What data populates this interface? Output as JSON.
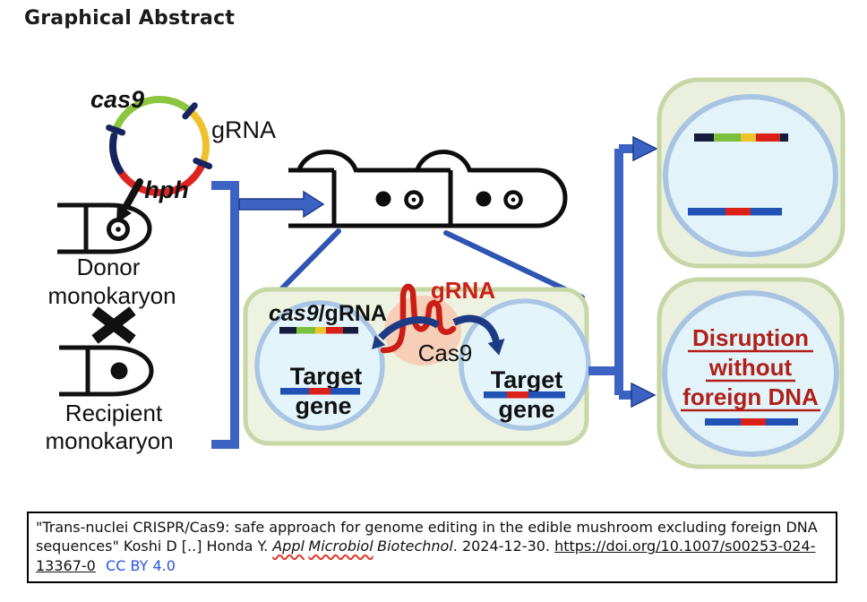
{
  "page": {
    "heading": "Graphical Abstract"
  },
  "diagram": {
    "plasmid": {
      "cas9_label": "cas9",
      "grna_label": "gRNA",
      "hph_label": "hph"
    },
    "cross_section": {
      "donor_name": "Donor",
      "donor_type": "monokaryon",
      "recipient_name": "Recipient",
      "recipient_type": "monokaryon"
    },
    "editing_panel": {
      "construct_label_italic": "cas9",
      "construct_label_plain": "/gRNA",
      "grna_label": "gRNA",
      "cas9_label": "Cas9",
      "donor_target_line1": "Target",
      "donor_target_line2": "gene",
      "recipient_target_line1": "Target",
      "recipient_target_line2": "gene"
    },
    "outcomes": {
      "disruption_line1": "Disruption",
      "disruption_line2": "without",
      "disruption_line3": "foreign DNA"
    }
  },
  "citation": {
    "title_authors": "\"Trans-nuclei CRISPR/Cas9: safe approach for genome editing in the edible mushroom excluding foreign DNA sequences\" Koshi D [..] Honda Y. ",
    "journal_word1": "Appl",
    "journal_word2": "Microbiol",
    "journal_word3": "Biotechnol",
    "after_journal": ". 2024-12-30. ",
    "doi_part1": "https://doi.org/10.1007/",
    "doi_part2": "s00253-024-13367-0",
    "license": "CC BY 4.0"
  },
  "colors": {
    "accent_blue_arrow": "#3c63c4",
    "dark_navy_arrow": "#1d3a85",
    "red_accent": "#cc2018",
    "disruption_red": "#b02018",
    "plasmid_green": "#8cc63f",
    "plasmid_yellow": "#f0c12f",
    "plasmid_red": "#dd2420",
    "plasmid_navy": "#182460",
    "gene_bar_blue": "#2151b5",
    "cell_green_fill": "#eaf0dd",
    "cell_green_border": "#c6d6a5",
    "nucleus_fill": "#e2f3fa",
    "nucleus_border": "#a9c4e2",
    "cas9_blob_pink": "#f7cfb8",
    "link_blue": "#2653e8"
  }
}
